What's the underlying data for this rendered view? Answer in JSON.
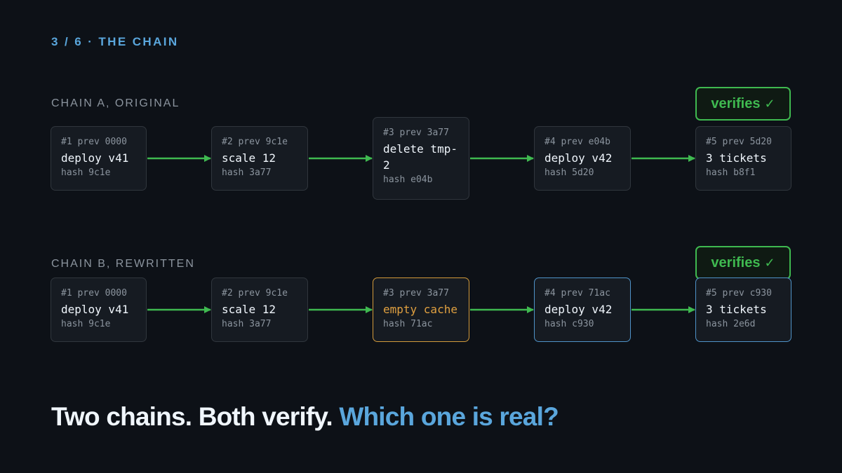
{
  "eyebrow": "3 / 6 · THE CHAIN",
  "chains": [
    {
      "label": "CHAIN A, ORIGINAL",
      "badge": {
        "text": "verifies",
        "check": "✓"
      },
      "blocks": [
        {
          "head": "#1 prev 0000",
          "op": "deploy v41",
          "hash": "hash 9c1e"
        },
        {
          "head": "#2 prev 9c1e",
          "op": "scale 12",
          "hash": "hash 3a77"
        },
        {
          "head": "#3 prev 3a77",
          "op": "delete tmp-2",
          "hash": "hash e04b"
        },
        {
          "head": "#4 prev e04b",
          "op": "deploy v42",
          "hash": "hash 5d20"
        },
        {
          "head": "#5 prev 5d20",
          "op": "3 tickets",
          "hash": "hash b8f1"
        }
      ]
    },
    {
      "label": "CHAIN B, REWRITTEN",
      "badge": {
        "text": "verifies",
        "check": "✓"
      },
      "blocks": [
        {
          "head": "#1 prev 0000",
          "op": "deploy v41",
          "hash": "hash 9c1e"
        },
        {
          "head": "#2 prev 9c1e",
          "op": "scale 12",
          "hash": "hash 3a77"
        },
        {
          "head": "#3 prev 3a77",
          "op": "empty cache",
          "hash": "hash 71ac"
        },
        {
          "head": "#4 prev 71ac",
          "op": "deploy v42",
          "hash": "hash c930"
        },
        {
          "head": "#5 prev c930",
          "op": "3 tickets",
          "hash": "hash 2e6d"
        }
      ]
    }
  ],
  "headline": {
    "main": "Two chains. Both verify.",
    "accent": "Which one is real?"
  },
  "colors": {
    "background": "#0d1117",
    "accent": "#5aa6dc",
    "arrow": "#3fb950",
    "altered": "#d29a3a",
    "recomputed": "#4f93c9"
  }
}
